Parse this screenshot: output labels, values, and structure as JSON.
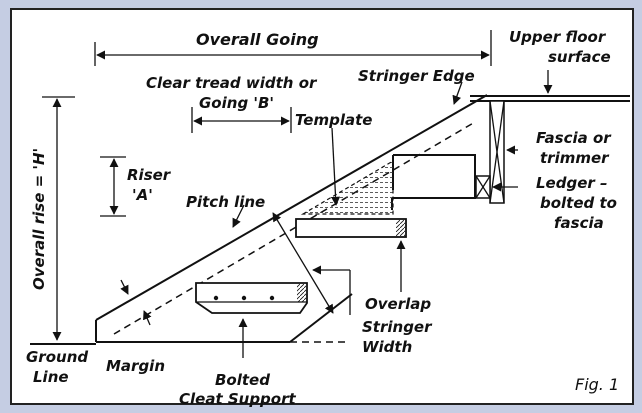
{
  "labels": {
    "overall_going": "Overall Going",
    "upper_floor_1": "Upper floor",
    "upper_floor_2": "surface",
    "clear_tread_1": "Clear tread width or",
    "clear_tread_2": "Going 'B'",
    "stringer_edge": "Stringer Edge",
    "template": "Template",
    "fascia_1": "Fascia or",
    "fascia_2": "trimmer",
    "ledger_1": "Ledger –",
    "ledger_2": "bolted to",
    "ledger_3": "fascia",
    "overall_rise": "Overall rise = 'H'",
    "riser_1": "Riser",
    "riser_2": "'A'",
    "pitch_line": "Pitch line",
    "overlap": "Overlap",
    "stringer_width_1": "Stringer",
    "stringer_width_2": "Width",
    "ground_1": "Ground",
    "ground_2": "Line",
    "margin": "Margin",
    "bolted_1": "Bolted",
    "bolted_2": "Cleat Support",
    "fig": "Fig. 1"
  },
  "colors": {
    "background": "#c5cde3",
    "panel": "#ffffff",
    "ink": "#111111"
  }
}
